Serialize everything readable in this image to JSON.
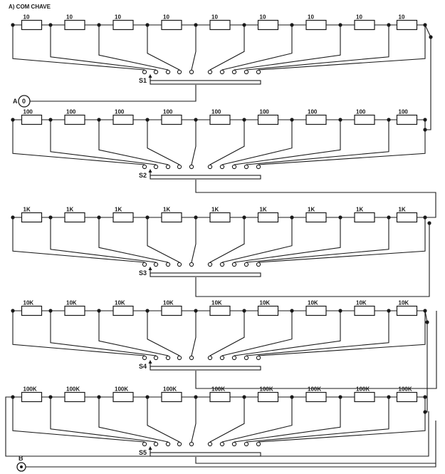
{
  "title": "A) COM  CHAVE",
  "terminals": {
    "a": {
      "label": "A",
      "inner": "0"
    },
    "b": {
      "label": "B"
    }
  },
  "decades": [
    {
      "switch_label": "S1",
      "resistor_values": [
        "10",
        "10",
        "10",
        "10",
        "10",
        "10",
        "10",
        "10",
        "10"
      ]
    },
    {
      "switch_label": "S2",
      "resistor_values": [
        "100",
        "100",
        "100",
        "100",
        "100",
        "100",
        "100",
        "100",
        "100"
      ]
    },
    {
      "switch_label": "S3",
      "resistor_values": [
        "1K",
        "1K",
        "1K",
        "1K",
        "1K",
        "1K",
        "1K",
        "1K",
        "1K"
      ]
    },
    {
      "switch_label": "S4",
      "resistor_values": [
        "10K",
        "10K",
        "10K",
        "10K",
        "10K",
        "10K",
        "10K",
        "10K",
        "10K"
      ]
    },
    {
      "switch_label": "S5",
      "resistor_values": [
        "100K",
        "100K",
        "100K",
        "100K",
        "100K",
        "100K",
        "100K",
        "100K",
        "100K"
      ]
    }
  ]
}
